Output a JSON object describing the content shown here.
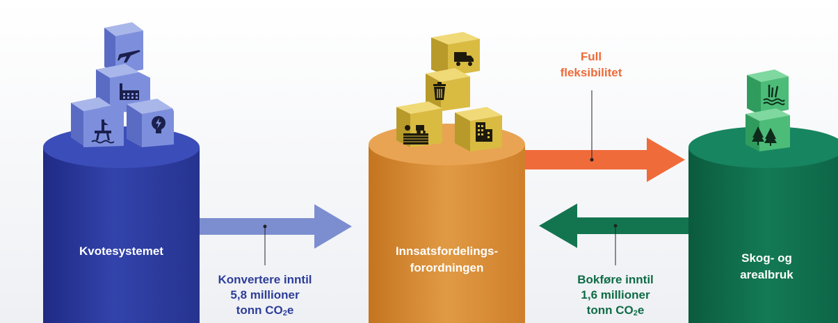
{
  "cylinders": {
    "left": {
      "label": "Kvotesystemet",
      "color": "#2e3c9e"
    },
    "middle": {
      "line1": "Innsatsfordelings-",
      "line2": "forordningen",
      "color": "#d98a30"
    },
    "right": {
      "line1": "Skog- og",
      "line2": "arealbruk",
      "color": "#0f6b4a"
    }
  },
  "arrows": {
    "convert": {
      "line1": "Konvertere inntil",
      "line2": "5,8 millioner",
      "line3_pre": "tonn CO",
      "line3_sub": "2",
      "line3_post": "e",
      "color": "#7c8ed0",
      "text_color": "#2d3d99"
    },
    "flex": {
      "line1": "Full",
      "line2": "fleksibilitet",
      "color": "#ef6b3a"
    },
    "book": {
      "line1": "Bokføre inntil",
      "line2": "1,6 millioner",
      "line3_pre": "tonn CO",
      "line3_sub": "2",
      "line3_post": "e",
      "color": "#137550"
    }
  },
  "icons": {
    "left_stack": [
      "airplane-icon",
      "factory-icon",
      "oil-platform-icon",
      "power-icon"
    ],
    "middle_stack": [
      "truck-icon",
      "trash-bin-icon",
      "farm-tractor-icon",
      "building-icon"
    ],
    "right_stack": [
      "wetland-icon",
      "forest-icon"
    ]
  }
}
